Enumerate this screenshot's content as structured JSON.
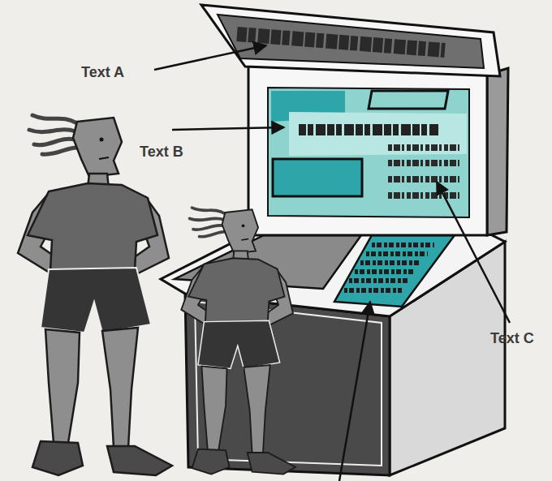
{
  "diagram": {
    "labels": [
      "Text A",
      "Text B",
      "Text C"
    ]
  }
}
